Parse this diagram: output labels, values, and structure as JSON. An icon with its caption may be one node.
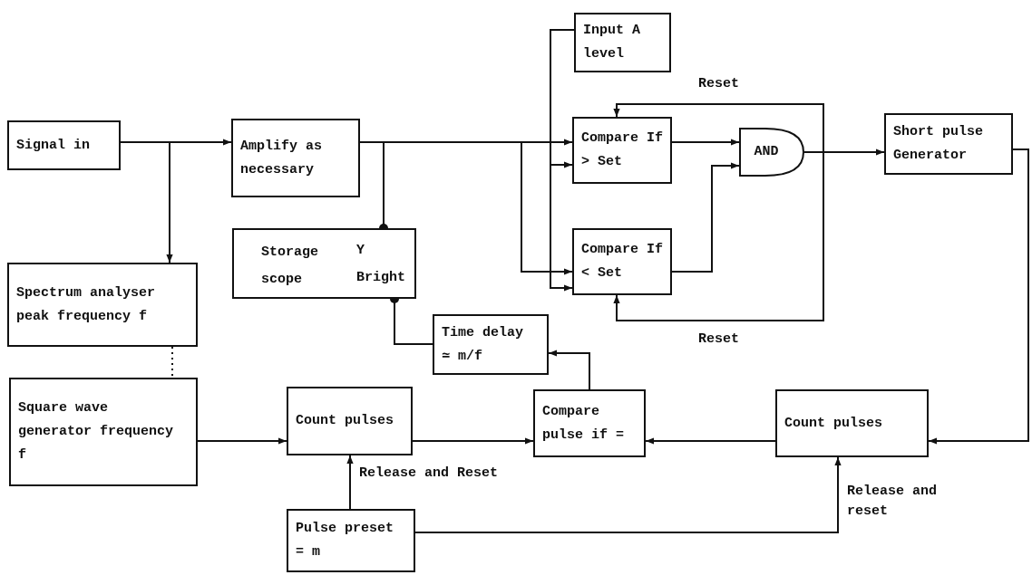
{
  "diagram": {
    "nodes": [
      {
        "text": [
          "Signal in"
        ]
      },
      {
        "text": [
          "Amplify as necessary"
        ]
      },
      {
        "text": [
          "Input A level"
        ]
      },
      {
        "text": [
          "Compare If > Set"
        ]
      },
      {
        "text": [
          "AND"
        ]
      },
      {
        "text": [
          "Short pulse Generator"
        ]
      },
      {
        "text": [
          "Storage scope",
          "Y",
          "Bright"
        ]
      },
      {
        "text": [
          "Spectrum analyser peak frequency f"
        ]
      },
      {
        "text": [
          "Compare If < Set"
        ]
      },
      {
        "text": [
          "Time delay ≃ m/f"
        ]
      },
      {
        "text": [
          "Square wave generator frequency f"
        ]
      },
      {
        "text": [
          "Count pulses"
        ]
      },
      {
        "text": [
          "Compare pulse if ="
        ]
      },
      {
        "text": [
          "Count pulses"
        ]
      },
      {
        "text": [
          "Pulse preset = m"
        ]
      }
    ],
    "edges": [
      {
        "from": 0,
        "to": 1,
        "arrow": "to"
      },
      {
        "from": 0,
        "to": 7,
        "arrow": "to"
      },
      {
        "from": 1,
        "to": 3,
        "arrow": "to"
      },
      {
        "from": 1,
        "to": 8,
        "arrow": "to"
      },
      {
        "from": 2,
        "to": 3,
        "arrow": "to"
      },
      {
        "from": 2,
        "to": 8,
        "arrow": "to"
      },
      {
        "from": 1,
        "to": 6,
        "arrow": "other"
      },
      {
        "from": 3,
        "to": 4,
        "arrow": "to"
      },
      {
        "from": 8,
        "to": 4,
        "arrow": "to"
      },
      {
        "from": 4,
        "to": 5,
        "arrow": "to"
      },
      {
        "from": 4,
        "to": 3,
        "arrow": "to",
        "label": "Reset"
      },
      {
        "from": 4,
        "to": 8,
        "arrow": "to",
        "label": "Reset"
      },
      {
        "from": 5,
        "to": 13,
        "arrow": "to"
      },
      {
        "from": 13,
        "to": 12,
        "arrow": "to"
      },
      {
        "from": 11,
        "to": 12,
        "arrow": "to"
      },
      {
        "from": 12,
        "to": 9,
        "arrow": "to"
      },
      {
        "from": 9,
        "to": 6,
        "arrow": "other"
      },
      {
        "from": 10,
        "to": 11,
        "arrow": "to"
      },
      {
        "from": 14,
        "to": 11,
        "arrow": "to",
        "label": "Release and Reset"
      },
      {
        "from": 14,
        "to": 13,
        "arrow": "to",
        "label": "Release and reset"
      },
      {
        "from": 7,
        "to": 10,
        "arrow": "none",
        "style": "dashed"
      }
    ]
  }
}
